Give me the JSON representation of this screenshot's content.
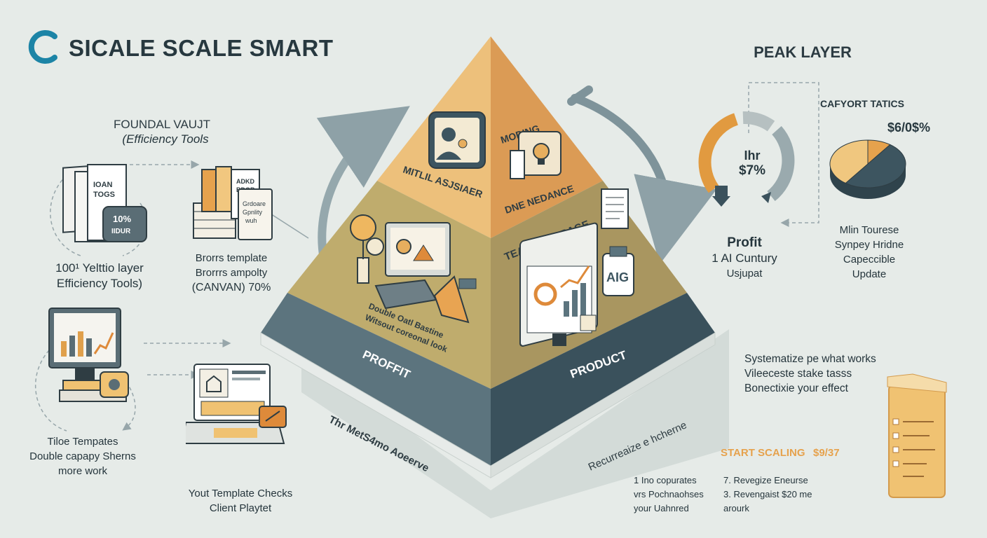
{
  "brand": {
    "title": "SICALE SCALE SMART",
    "logo_icon": "c-logo-icon"
  },
  "foundation": {
    "title_line1": "FOUNDAL VAUJT",
    "title_line2": "(Efficiency Tools"
  },
  "left": {
    "book_label": [
      "IOAN",
      "TOGS"
    ],
    "badge_label": [
      "10%",
      "IIDUR"
    ],
    "binder_label": [
      "ADKD",
      "BDOB"
    ],
    "card_label": [
      "Grdoare",
      "Gpnlity",
      "wuh"
    ],
    "caption_a": [
      "100¹ Yelttio layer",
      "Efficiency Tools)"
    ],
    "caption_b": [
      "Brorrs template",
      "Brorrrs ampolty",
      "(CANVAN) 70%"
    ],
    "caption_c": [
      "Tiloe Tempates",
      "Double capapy Sherns",
      "more work"
    ],
    "caption_d": [
      "Yout Template Checks",
      "Client Playtet"
    ]
  },
  "pyramid": {
    "top_left_label": "MITLIL ASJSIAER",
    "top_right_label_1": "MODING",
    "top_right_label_2": "DNE NEDANCE",
    "team_label": "TEAM LEVERAGE",
    "ai_label": "AIG",
    "double_label": [
      "Double Oatl Bastine",
      "Witsout coreonal look"
    ],
    "base_left": "PROFFIT",
    "base_right": "PRODUCT",
    "base_caption": "Thr MetS4mo Aoeerve",
    "right_caption": "Recurreaize e hcherne"
  },
  "peak": {
    "title": "PEAK LAYER",
    "gauge_line1": "Ihr",
    "gauge_line2": "$7%",
    "profit": [
      "Profit",
      "1 AI Cuntury",
      "Usjupat"
    ],
    "tactics_title": "CAFYORT TATICS",
    "pie_value": "$6/0$%",
    "tactics_list": [
      "Mlin Tourese",
      "Synpey Hridne",
      "Capeccible",
      "Update"
    ],
    "pie_fractions": [
      0.1,
      0.5,
      0.4
    ]
  },
  "system": {
    "lines": [
      "Systematize pe what works",
      "Vileeceste stake tasss",
      "Bonectixie your effect"
    ],
    "start_label": "START SCALING",
    "start_value": "$9/37",
    "list_left": [
      "1  Ino copurates",
      "vrs Pochnaohses",
      "your Uahnred"
    ],
    "list_right": [
      "7. Revegize Eneurse",
      "3. Revengaist $20 me",
      "arourk"
    ]
  },
  "colors": {
    "background": "#e6ebe8",
    "gold": "#e7ae5e",
    "olive": "#cfb67c",
    "khaki": "#b4a05f",
    "slate": "#566e78",
    "navy": "#344c57",
    "orange": "#de8a3a"
  }
}
